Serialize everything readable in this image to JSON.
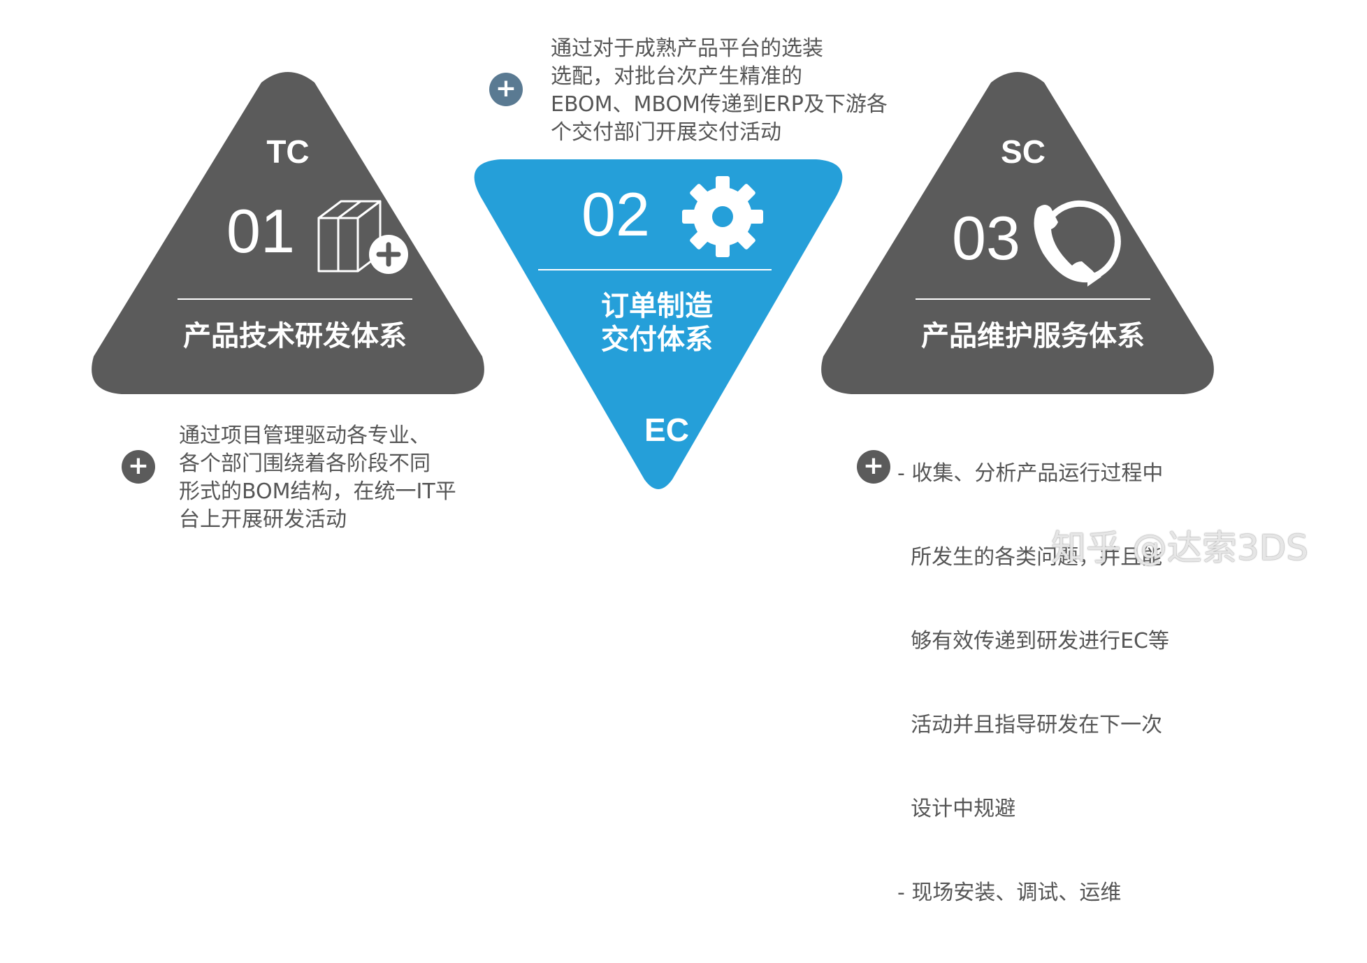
{
  "colors": {
    "dark_gray": "#5b5b5b",
    "blue": "#259fd9",
    "slate": "#5a7a92",
    "text": "#555555"
  },
  "blocks": [
    {
      "code": "TC",
      "number": "01",
      "icon": "box-plus-icon",
      "system": "产品技术研发体系",
      "description": [
        "通过项目管理驱动各专业、",
        "各个部门围绕着各阶段不同",
        "形式的BOM结构，在统一IT平",
        "台上开展研发活动"
      ]
    },
    {
      "code": "EC",
      "number": "02",
      "icon": "gear-icon",
      "system": [
        "订单制造",
        "交付体系"
      ],
      "description": [
        "通过对于成熟产品平台的选装",
        "选配，对批台次产生精准的",
        "EBOM、MBOM传递到ERP及下游各",
        "个交付部门开展交付活动"
      ]
    },
    {
      "code": "SC",
      "number": "03",
      "icon": "phone-24-icon",
      "system": "产品维护服务体系",
      "description": [
        "- 收集、分析产品运行过程中",
        "  所发生的各类问题，并且能",
        "  够有效传递到研发进行EC等",
        "  活动并且指导研发在下一次",
        "  设计中规避",
        "- 现场安装、调试、运维"
      ]
    }
  ],
  "plus_symbol": "+",
  "watermark": "知乎 @达索3DS"
}
